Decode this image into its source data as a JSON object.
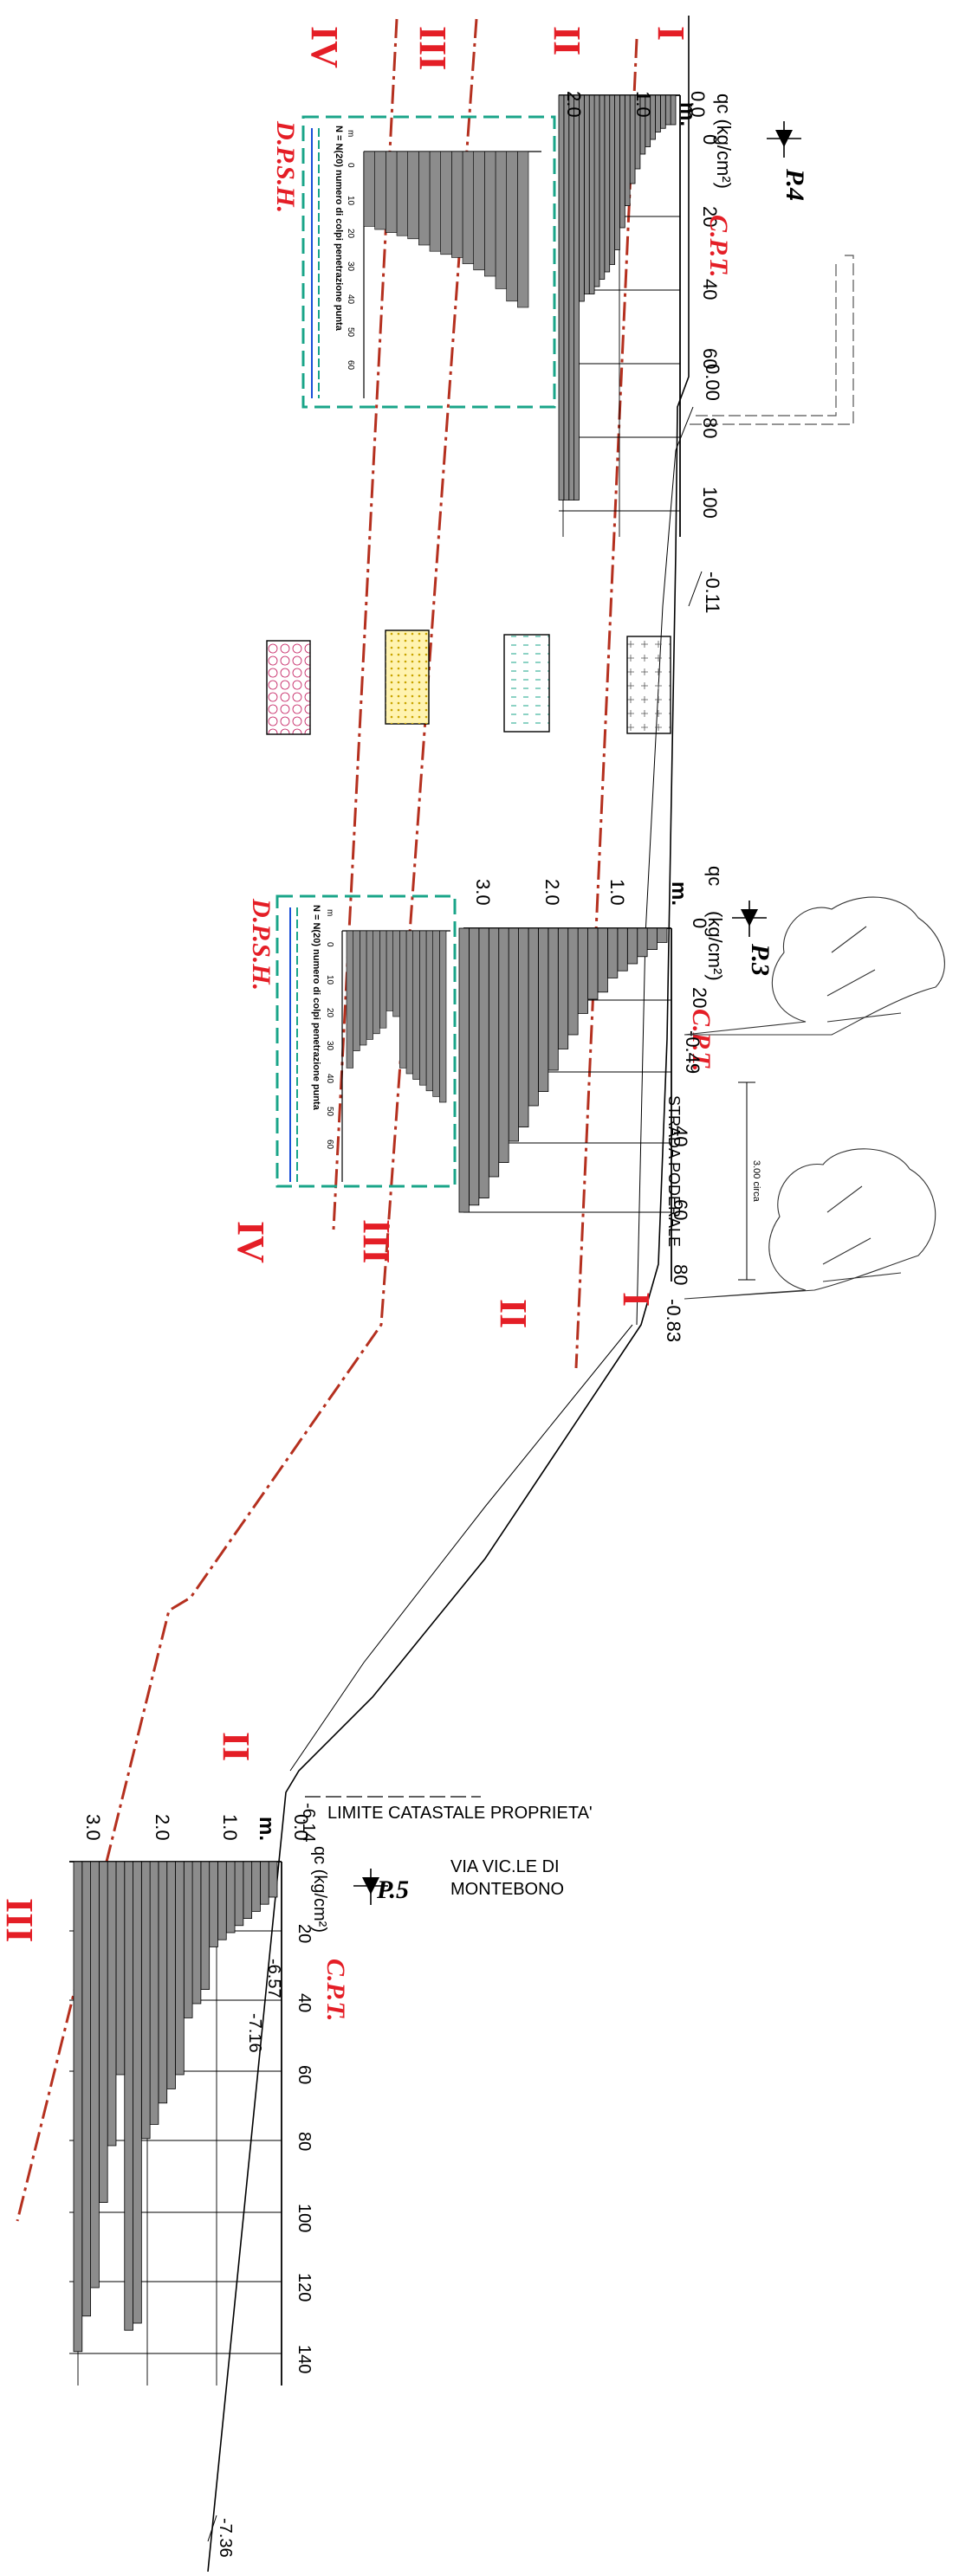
{
  "drawing": {
    "ground_line_color": "#000000",
    "interface_line_color": "#b5301f",
    "label_color": "#e41e26",
    "bar_color": "#8c8c8c",
    "frame_color": "#1aa589",
    "zones": [
      "I",
      "II",
      "III",
      "IV"
    ],
    "legend_swatches": [
      {
        "icon": "pink-cobble-hatch",
        "fill": "#fde4ea",
        "stroke": "#c2185b"
      },
      {
        "icon": "yellow-dot-hatch",
        "fill": "#fff3b0",
        "stroke": "#c9a400"
      },
      {
        "icon": "cyan-dash-hatch",
        "fill": "#e6fbf8",
        "stroke": "#1aa589"
      },
      {
        "icon": "grey-cross-hatch",
        "fill": "#ffffff",
        "stroke": "#555555"
      }
    ]
  },
  "p4": {
    "id": "P.4",
    "cpt_label": "C.P.T.",
    "dpsh_label": "D.P.S.H.",
    "qc_label": "qc  (kg/cm²)",
    "depth_label": "m.",
    "depth_ticks": [
      "0.0",
      "1.0",
      "2.0"
    ],
    "qc_ticks": [
      "0",
      "20",
      "40",
      "60",
      "80",
      "100"
    ],
    "elevation_upper": "0.00",
    "elevation_lower": "-0.11",
    "n_label": "N = N(20)  numero di colpi penetrazione punta",
    "n_ticks": [
      "m",
      "0",
      "10",
      "20",
      "30",
      "40",
      "50",
      "60"
    ],
    "cpt_values": [
      8,
      8,
      9,
      10,
      12,
      14,
      16,
      20,
      24,
      30,
      36,
      42,
      46,
      48,
      50,
      52,
      54,
      54,
      56,
      110,
      110,
      110,
      110
    ],
    "dpsh_values": [
      50,
      48,
      44,
      40,
      38,
      36,
      34,
      33,
      32,
      30,
      28,
      27,
      26,
      25,
      24
    ]
  },
  "p3": {
    "id": "P.3",
    "cpt_label": "C.P.T.",
    "dpsh_label": "D.P.S.H.",
    "qc_label": "(kg/cm²)",
    "depth_label": "m.",
    "depth_ticks": [
      "1.0",
      "2.0",
      "3.0"
    ],
    "qc_ticks": [
      "0",
      "20",
      "40",
      "60",
      "80"
    ],
    "elevation_upper": "-0.49",
    "elevation_lower": "-0.83",
    "road_label": "STRADA PODERALE",
    "width_label": "3.00 circa",
    "n_label": "N = N(20)  numero di colpi penetrazione punta",
    "n_ticks": [
      "m",
      "0",
      "10",
      "20",
      "30",
      "40",
      "50",
      "60"
    ],
    "cpt_values": [
      4,
      6,
      8,
      10,
      12,
      14,
      18,
      20,
      24,
      30,
      34,
      40,
      46,
      50,
      56,
      60,
      66,
      70,
      76,
      78,
      80
    ],
    "dpsh_values": [
      60,
      58,
      56,
      54,
      52,
      50,
      48,
      30,
      28,
      34,
      36,
      38,
      40,
      42,
      48
    ]
  },
  "p5": {
    "id": "P.5",
    "cpt_label": "C.P.T.",
    "qc_label": "qc  (kg/cm²)",
    "depth_label": "m.",
    "depth_ticks": [
      "0.0",
      "1.0",
      "2.0",
      "3.0"
    ],
    "qc_ticks": [
      "20",
      "40",
      "60",
      "80",
      "100",
      "120",
      "140"
    ],
    "elevation_upper": "-6.14",
    "elevation_mid": "-6.57",
    "elevation_mid2": "-7.16",
    "elevation_bottom": "-7.36",
    "boundary_label": "LIMITE CATASTALE PROPRIETA'",
    "road_label_line1": "VIA VIC.LE DI",
    "road_label_line2": "MONTEBONO",
    "cpt_values": [
      10,
      12,
      14,
      16,
      18,
      20,
      22,
      24,
      36,
      40,
      44,
      60,
      64,
      68,
      74,
      78,
      130,
      132,
      60,
      80,
      96,
      120,
      128,
      138
    ]
  }
}
